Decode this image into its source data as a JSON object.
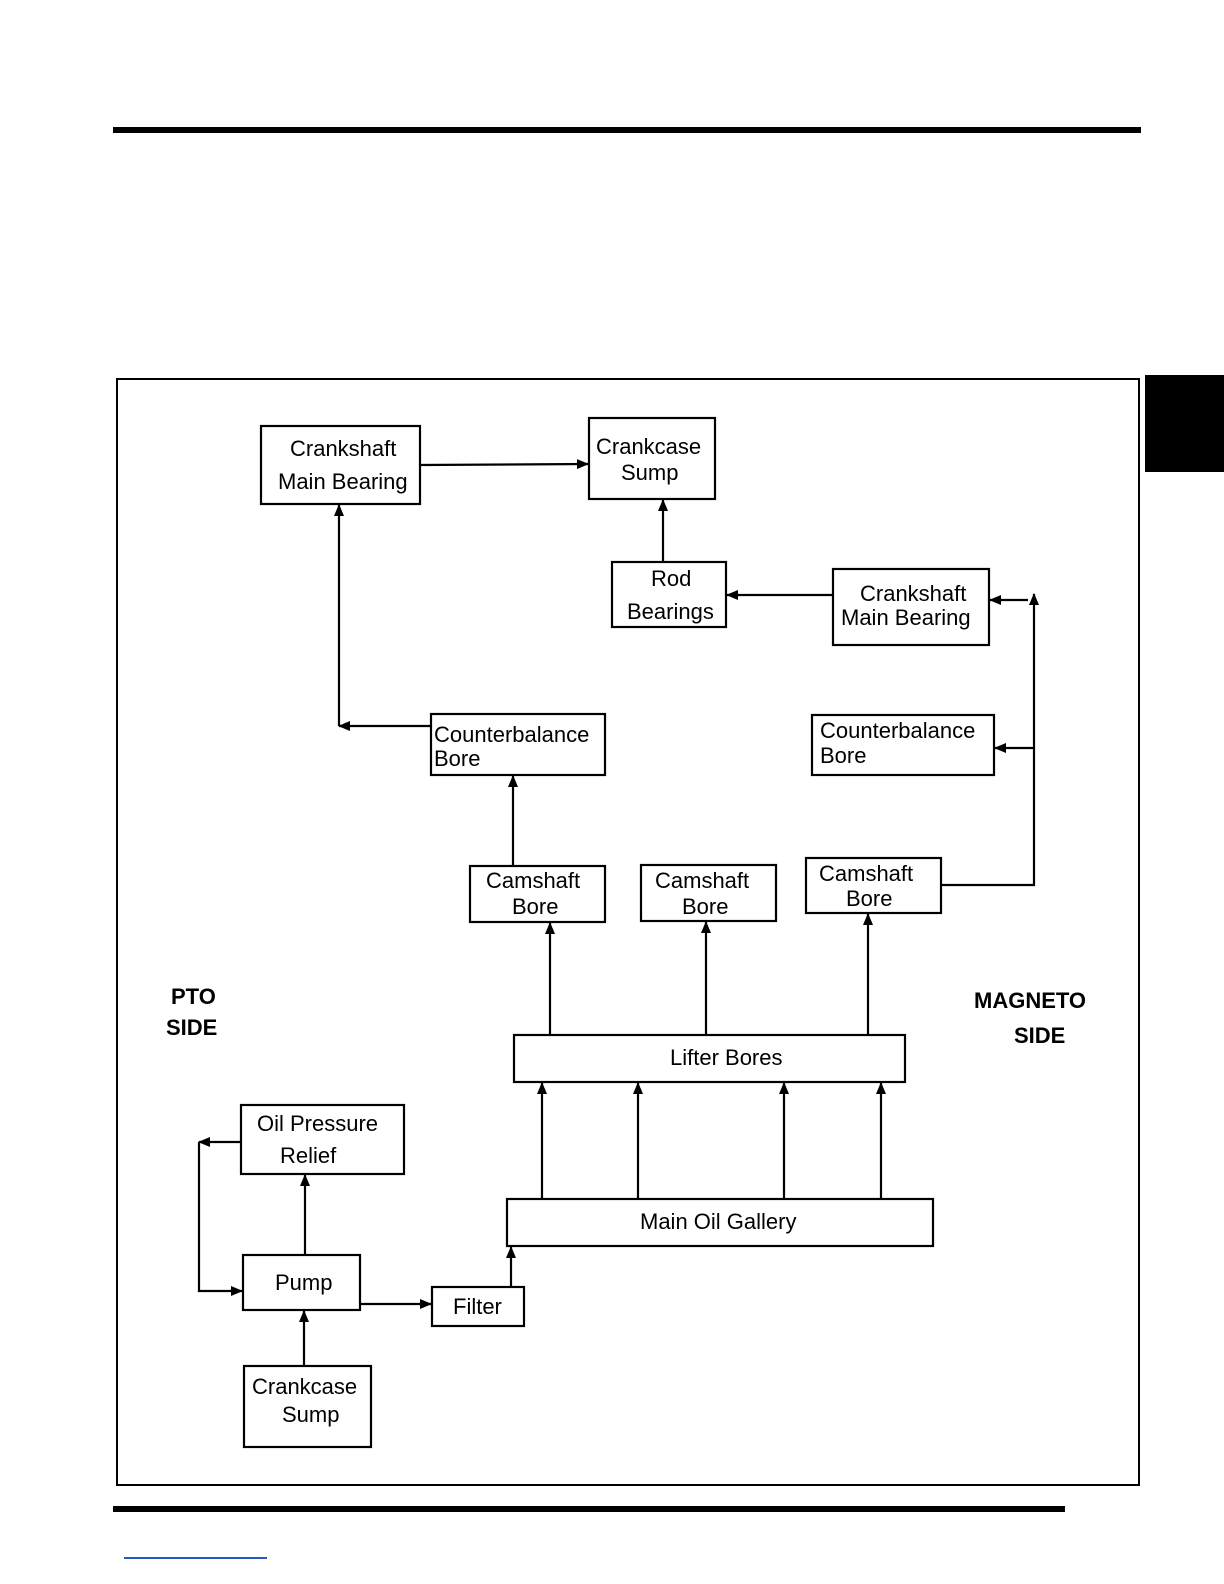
{
  "diagram": {
    "nodes": {
      "crankshaft_main_bearing_pto": [
        "Crankshaft",
        "Main Bearing"
      ],
      "crankcase_sump_top": [
        "Crankcase",
        "Sump"
      ],
      "rod_bearings": [
        "Rod",
        "Bearings"
      ],
      "crankshaft_main_bearing_mag": [
        "Crankshaft",
        "Main Bearing"
      ],
      "counterbalance_bore_pto": [
        "Counterbalance",
        "Bore"
      ],
      "counterbalance_bore_mag": [
        "Counterbalance",
        "Bore"
      ],
      "camshaft_bore_1": [
        "Camshaft",
        "Bore"
      ],
      "camshaft_bore_2": [
        "Camshaft",
        "Bore"
      ],
      "camshaft_bore_3": [
        "Camshaft",
        "Bore"
      ],
      "lifter_bores": [
        "Lifter Bores"
      ],
      "oil_pressure_relief": [
        "Oil Pressure",
        "Relief"
      ],
      "main_oil_gallery": [
        "Main Oil Gallery"
      ],
      "pump": [
        "Pump"
      ],
      "filter": [
        "Filter"
      ],
      "crankcase_sump_bottom": [
        "Crankcase",
        "Sump"
      ]
    },
    "side_labels": {
      "pto": [
        "PTO",
        "SIDE"
      ],
      "magneto": [
        "MAGNETO",
        "SIDE"
      ]
    },
    "edges": [
      [
        "crankcase_sump_bottom",
        "pump"
      ],
      [
        "pump",
        "filter"
      ],
      [
        "pump",
        "oil_pressure_relief"
      ],
      [
        "pump",
        "pump"
      ],
      [
        "filter",
        "main_oil_gallery"
      ],
      [
        "main_oil_gallery",
        "lifter_bores"
      ],
      [
        "lifter_bores",
        "camshaft_bore_1"
      ],
      [
        "lifter_bores",
        "camshaft_bore_2"
      ],
      [
        "lifter_bores",
        "camshaft_bore_3"
      ],
      [
        "camshaft_bore_1",
        "counterbalance_bore_pto"
      ],
      [
        "counterbalance_bore_pto",
        "crankshaft_main_bearing_pto"
      ],
      [
        "crankshaft_main_bearing_pto",
        "crankcase_sump_top"
      ],
      [
        "camshaft_bore_3",
        "counterbalance_bore_mag"
      ],
      [
        "camshaft_bore_3",
        "crankshaft_main_bearing_mag"
      ],
      [
        "crankshaft_main_bearing_mag",
        "rod_bearings"
      ],
      [
        "rod_bearings",
        "crankcase_sump_top"
      ]
    ]
  }
}
